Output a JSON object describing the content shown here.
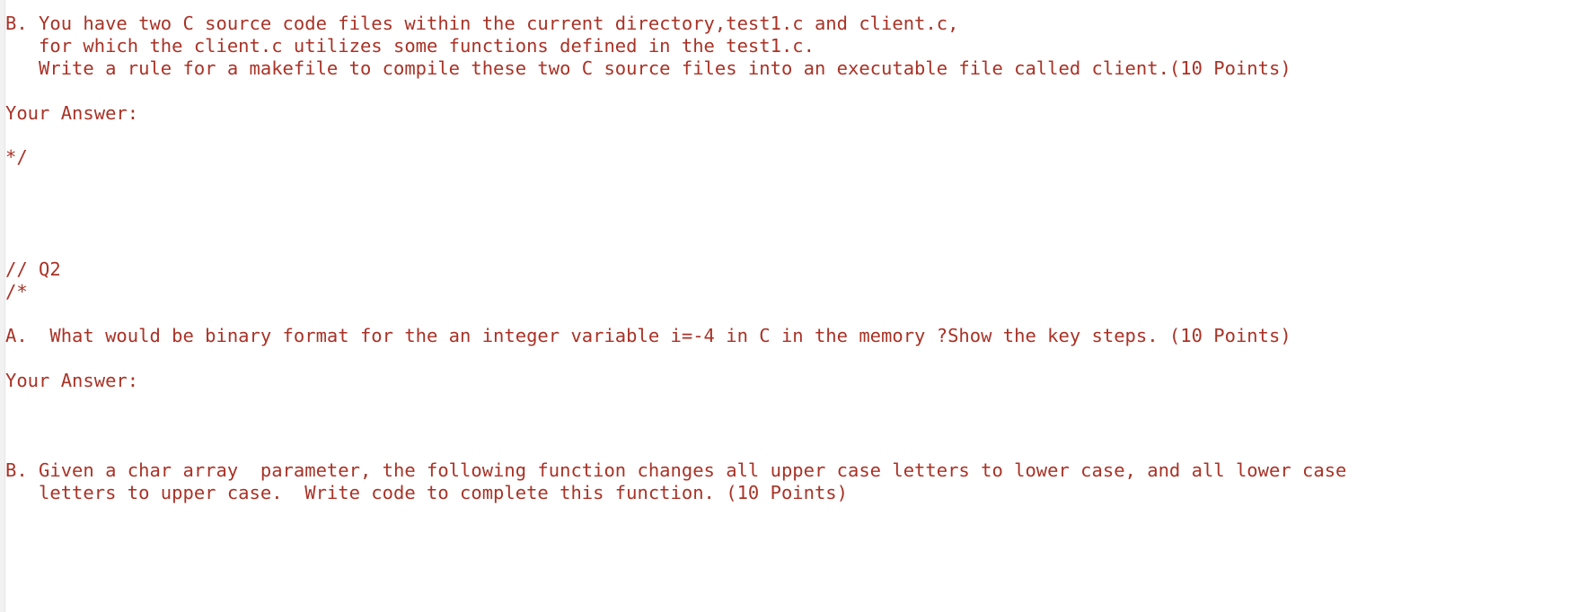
{
  "editor": {
    "name": "code-editor",
    "background_color": "#ffffff",
    "gutter_color": "#f2f2f2",
    "comment_color": "#a93226",
    "font": "monospace"
  },
  "code_lines": [
    "B. You have two C source code files within the current directory,test1.c and client.c,",
    "   for which the client.c utilizes some functions defined in the test1.c.",
    "   Write a rule for a makefile to compile these two C source files into an executable file called client.(10 Points)",
    "",
    "Your Answer:",
    "",
    "*/",
    "",
    "",
    "",
    "",
    "// Q2",
    "/*",
    "",
    "A.  What would be binary format for the an integer variable i=-4 in C in the memory ?Show the key steps. (10 Points)",
    "",
    "Your Answer:",
    "",
    "",
    "",
    "B. Given a char array  parameter, the following function changes all upper case letters to lower case, and all lower case",
    "   letters to upper case.  Write code to complete this function. (10 Points)",
    ""
  ]
}
